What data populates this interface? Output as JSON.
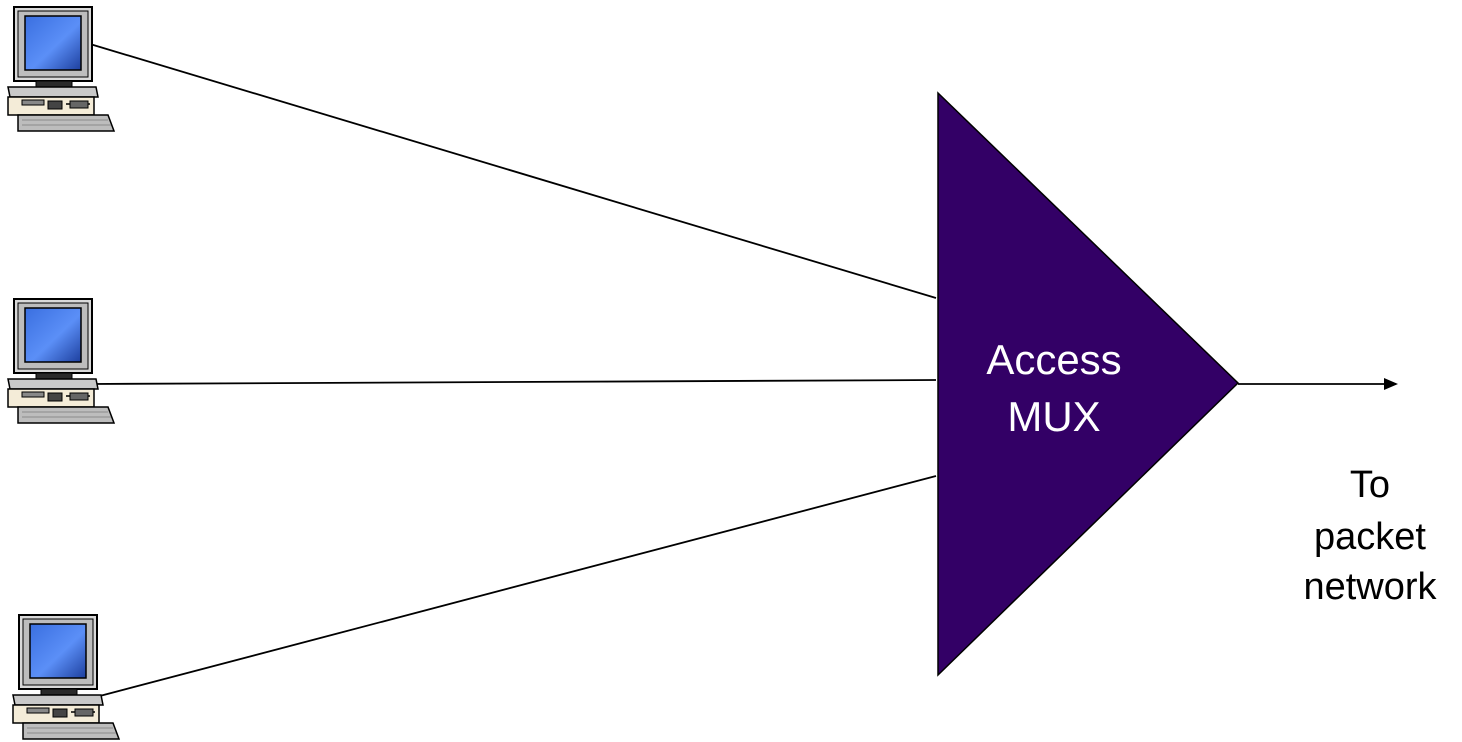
{
  "diagram": {
    "mux": {
      "line1": "Access",
      "line2": "MUX",
      "fill_color": "#330066",
      "text_color": "#ffffff"
    },
    "output": {
      "line1": "To",
      "line2": "packet",
      "line3": "network"
    },
    "terminals": [
      {
        "icon": "desktop-computer-icon"
      },
      {
        "icon": "desktop-computer-icon"
      },
      {
        "icon": "desktop-computer-icon"
      }
    ],
    "colors": {
      "screen": "#4f86f7",
      "monitor_case": "#d9d9d9",
      "case_shadow": "#a8a8a8",
      "keyboard": "#c8c8c8",
      "line": "#000000"
    }
  }
}
